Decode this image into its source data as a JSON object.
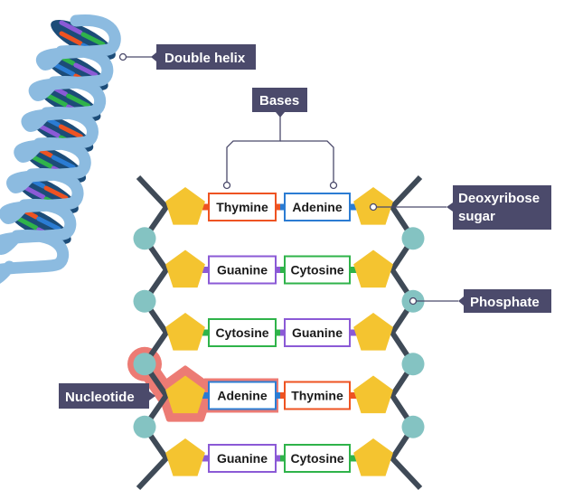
{
  "title": "DNA structure",
  "colors": {
    "label_bg": "#4b4a6b",
    "leader": "#4b4a6b",
    "backbone": "#3f4a57",
    "sugar": "#f4c430",
    "phosphate": "#84c3c2",
    "highlight": "#ec7b74",
    "helix_ribbon": "#8cbbe0",
    "helix_core": "#1c4c78",
    "base_colors": {
      "Thymine": "#ee5322",
      "Adenine": "#2b7cd3",
      "Guanine": "#8b5ad6",
      "Cytosine": "#2fb34a"
    }
  },
  "labels": {
    "double_helix": "Double helix",
    "bases": "Bases",
    "deoxyribose_sugar_line1": "Deoxyribose",
    "deoxyribose_sugar_line2": "sugar",
    "phosphate": "Phosphate",
    "nucleotide": "Nucleotide"
  },
  "base_pairs": [
    {
      "left": "Thymine",
      "right": "Adenine"
    },
    {
      "left": "Guanine",
      "right": "Cytosine"
    },
    {
      "left": "Cytosine",
      "right": "Guanine"
    },
    {
      "left": "Adenine",
      "right": "Thymine",
      "highlighted_nucleotide": true
    },
    {
      "left": "Guanine",
      "right": "Cytosine"
    }
  ],
  "helix_pairs": [
    [
      "Guanine",
      "Cytosine"
    ],
    [
      "Thymine",
      "Adenine"
    ],
    [
      "Cytosine",
      "Guanine"
    ],
    [
      "Adenine",
      "Thymine"
    ],
    [
      "Guanine",
      "Cytosine"
    ],
    [
      "Cytosine",
      "Guanine"
    ],
    [
      "Adenine",
      "Thymine"
    ],
    [
      "Guanine",
      "Cytosine"
    ],
    [
      "Thymine",
      "Adenine"
    ],
    [
      "Cytosine",
      "Guanine"
    ],
    [
      "Adenine",
      "Thymine"
    ],
    [
      "Guanine",
      "Cytosine"
    ],
    [
      "Thymine",
      "Adenine"
    ],
    [
      "Cytosine",
      "Guanine"
    ]
  ]
}
